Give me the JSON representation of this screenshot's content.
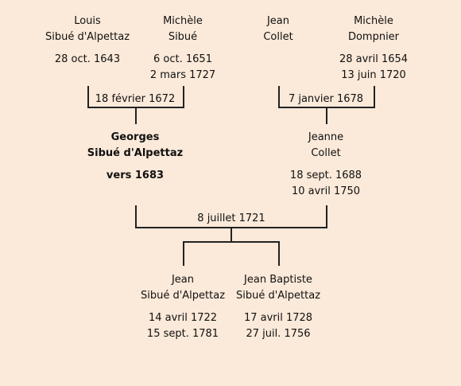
{
  "people": {
    "louis": {
      "first": "Louis",
      "last": "Sibué d'Alpettaz",
      "birth": "28 oct. 1643",
      "death": ""
    },
    "michele_s": {
      "first": "Michèle",
      "last": "Sibué",
      "birth": "6 oct. 1651",
      "death": "2 mars 1727"
    },
    "jean_c": {
      "first": "Jean",
      "last": "Collet",
      "birth": "",
      "death": ""
    },
    "michele_d": {
      "first": "Michèle",
      "last": "Dompnier",
      "birth": "28 avril 1654",
      "death": "13 juin 1720"
    },
    "georges": {
      "first": "Georges",
      "last": "Sibué d'Alpettaz",
      "birth": "vers 1683",
      "death": ""
    },
    "jeanne": {
      "first": "Jeanne",
      "last": "Collet",
      "birth": "18 sept. 1688",
      "death": "10 avril 1750"
    },
    "jean": {
      "first": "Jean",
      "last": "Sibué d'Alpettaz",
      "birth": "14 avril 1722",
      "death": "15 sept. 1781"
    },
    "jean_baptiste": {
      "first": "Jean Baptiste",
      "last": "Sibué d'Alpettaz",
      "birth": "17 avril 1728",
      "death": "27 juil. 1756"
    }
  },
  "marriages": {
    "m1": "18 février 1672",
    "m2": "7 janvier 1678",
    "m3": "8 juillet 1721"
  }
}
